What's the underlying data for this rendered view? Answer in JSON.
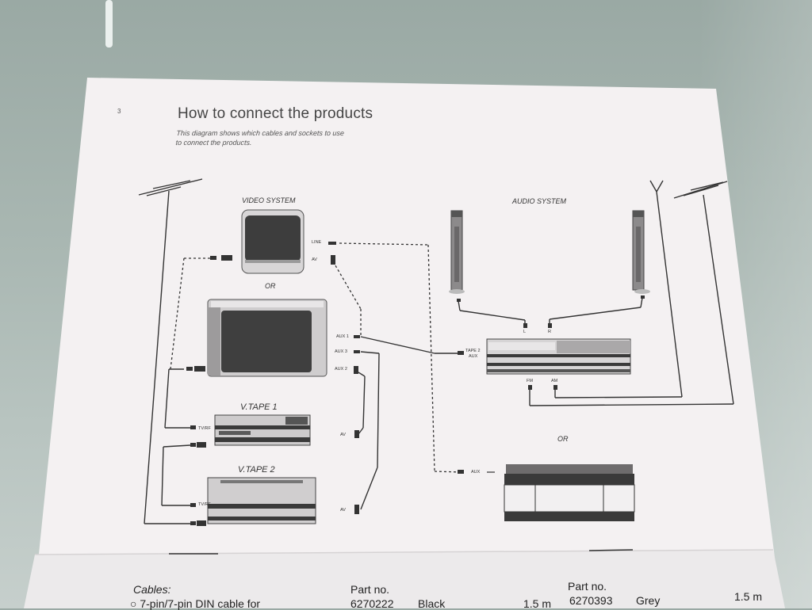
{
  "page": {
    "number": "3",
    "title": "How to connect the products",
    "intro": "This diagram shows which cables and sockets to use to connect the products."
  },
  "diagram": {
    "video_system_label": "VIDEO SYSTEM",
    "audio_system_label": "AUDIO SYSTEM",
    "or_label": "OR",
    "vtape1_label": "V.TAPE 1",
    "vtape2_label": "V.TAPE 2",
    "sockets": {
      "line": "LINE",
      "av": "AV",
      "aux1": "AUX 1",
      "aux3": "AUX 3",
      "aux2": "AUX 2",
      "tv_rf": "TV/RF",
      "tape2_aux_1": "TAPE 2",
      "tape2_aux_2": "AUX",
      "l": "L",
      "r": "R",
      "fm": "FM",
      "am": "AM",
      "aux": "AUX"
    }
  },
  "footer": {
    "cables_label": "Cables:",
    "item1": "○ 7-pin/7-pin DIN cable for",
    "partno_label": "Part no.",
    "item1_partno": "6270222",
    "item1_color": "Black",
    "item1_length": "1.5 m",
    "item2_partno": "6270393",
    "item2_color": "Grey",
    "item2_length": "1.5 m"
  }
}
